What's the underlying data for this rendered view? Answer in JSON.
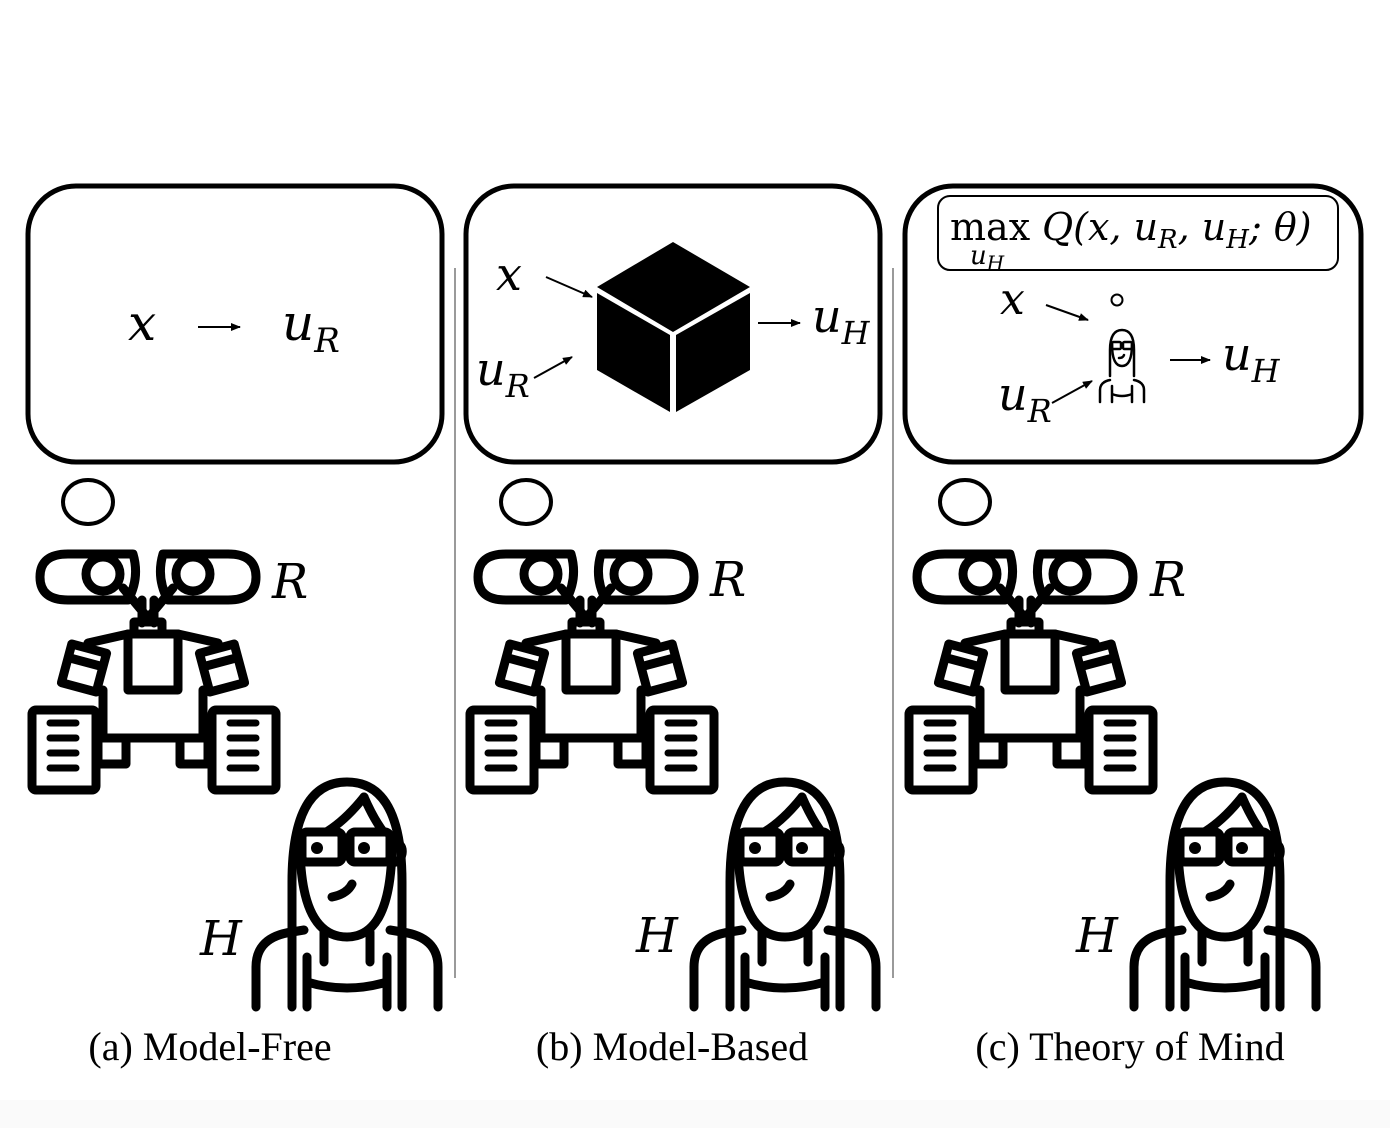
{
  "panels": [
    {
      "caption": "(a) Model-Free",
      "robot_label": "R",
      "human_label": "H",
      "bubble": {
        "input": "x",
        "output_base": "u",
        "output_sub": "R"
      }
    },
    {
      "caption": "(b) Model-Based",
      "robot_label": "R",
      "human_label": "H",
      "bubble": {
        "input_x": "x",
        "input_u": "u",
        "input_u_sub": "R",
        "output_base": "u",
        "output_sub": "H",
        "model_icon": "cube-icon"
      }
    },
    {
      "caption": "(c) Theory of Mind",
      "robot_label": "R",
      "human_label": "H",
      "bubble": {
        "objective": {
          "op": "max",
          "op_sub_base": "u",
          "op_sub_sub": "H",
          "func": "Q(x, u",
          "s1": "R",
          "mid": ", u",
          "s2": "H",
          "tail": "; θ)"
        },
        "input_x": "x",
        "input_u": "u",
        "input_u_sub": "R",
        "output_base": "u",
        "output_sub": "H",
        "model_icon": "human-icon"
      }
    }
  ],
  "colors": {
    "ink": "#000000",
    "divider": "#9a9a9a",
    "background": "#ffffff"
  }
}
